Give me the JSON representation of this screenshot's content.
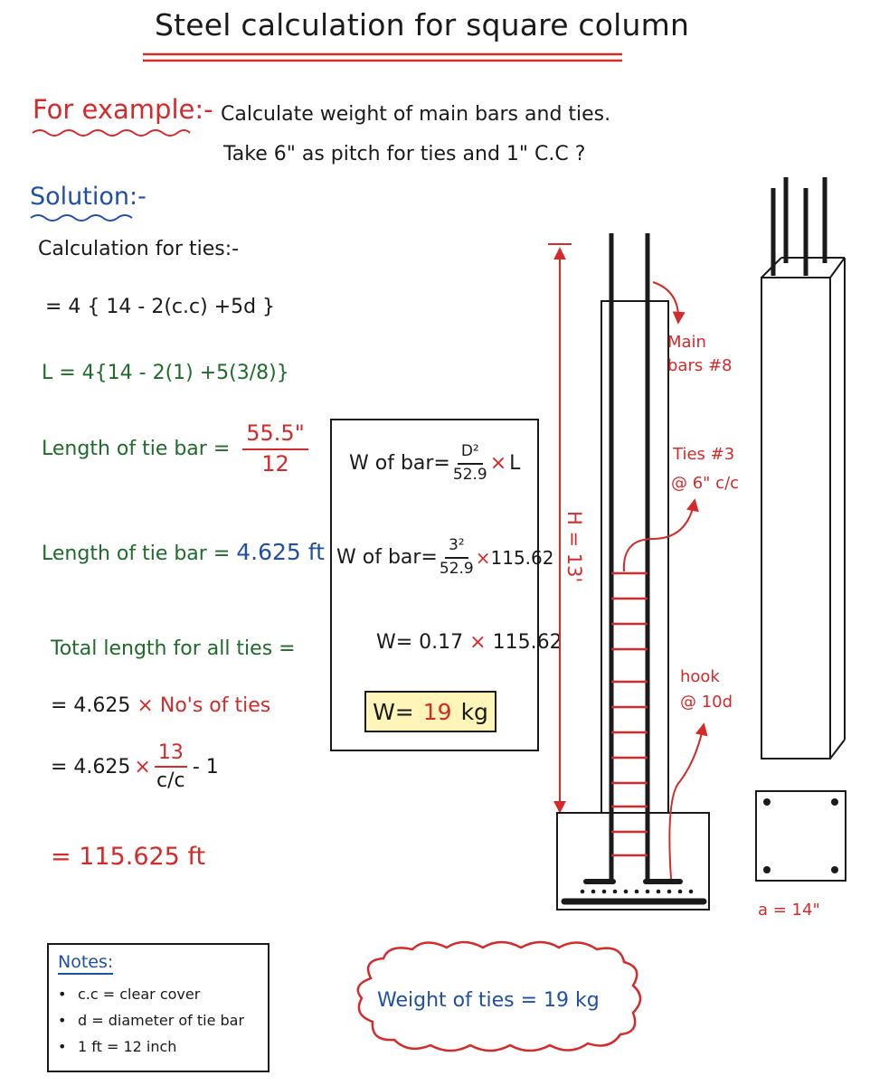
{
  "title": "Steel calculation for square column",
  "example": {
    "label": "For example:-",
    "line1": "Calculate weight of main bars and ties.",
    "line2": "Take 6\" as pitch for ties and 1\" C.C ?"
  },
  "solution_label": "Solution:-",
  "ties_heading": "Calculation for ties:-",
  "formula_general": "= 4 { 14 - 2(c.c) +5d }",
  "formula_L": "L = 4{14 - 2(1) +5(3/8)}",
  "tie_length_frac": {
    "label": "Length of tie bar =",
    "num": "55.5\"",
    "den": "12"
  },
  "tie_length": {
    "label": "Length of tie bar =",
    "value": "4.625 ft"
  },
  "total_length": {
    "heading": "Total length for all ties =",
    "line1_prefix": "= 4.625",
    "line1_times": "×",
    "line1_suffix": "No's of ties",
    "line2_prefix": "= 4.625",
    "line2_times": "×",
    "line2_num": "13",
    "line2_den": "c/c",
    "line2_suffix": "- 1",
    "result": "= 115.625 ft"
  },
  "weight_box": {
    "row1_label": "W of bar=",
    "row1_num": "D²",
    "row1_den": "52.9",
    "row1_times": "×",
    "row1_var": "L",
    "row2_label": "W of bar=",
    "row2_num": "3²",
    "row2_den": "52.9",
    "row2_times": "×",
    "row2_val": "115.62",
    "row3_prefix": "W= 0.17",
    "row3_times": "×",
    "row3_val": "115.62",
    "row4_prefix": "W=",
    "row4_value": "19",
    "row4_unit": "kg"
  },
  "diagram": {
    "height_label": "H = 13'",
    "main_bars_line1": "Main",
    "main_bars_line2": "bars #8",
    "ties_line1": "Ties #3",
    "ties_line2": "@ 6\" c/c",
    "hook_line1": "hook",
    "hook_line2": "@ 10d",
    "section_label": "a = 14\""
  },
  "notes": {
    "heading": "Notes:",
    "items": [
      "c.c = clear cover",
      "d  = diameter of tie bar",
      "1 ft = 12 inch"
    ]
  },
  "cloud_text": "Weight of ties = 19 kg",
  "colors": {
    "red": "#d42a2a",
    "green": "#1e6b2a",
    "blue": "#1f4fa8",
    "highlight": "#fff5b8"
  }
}
